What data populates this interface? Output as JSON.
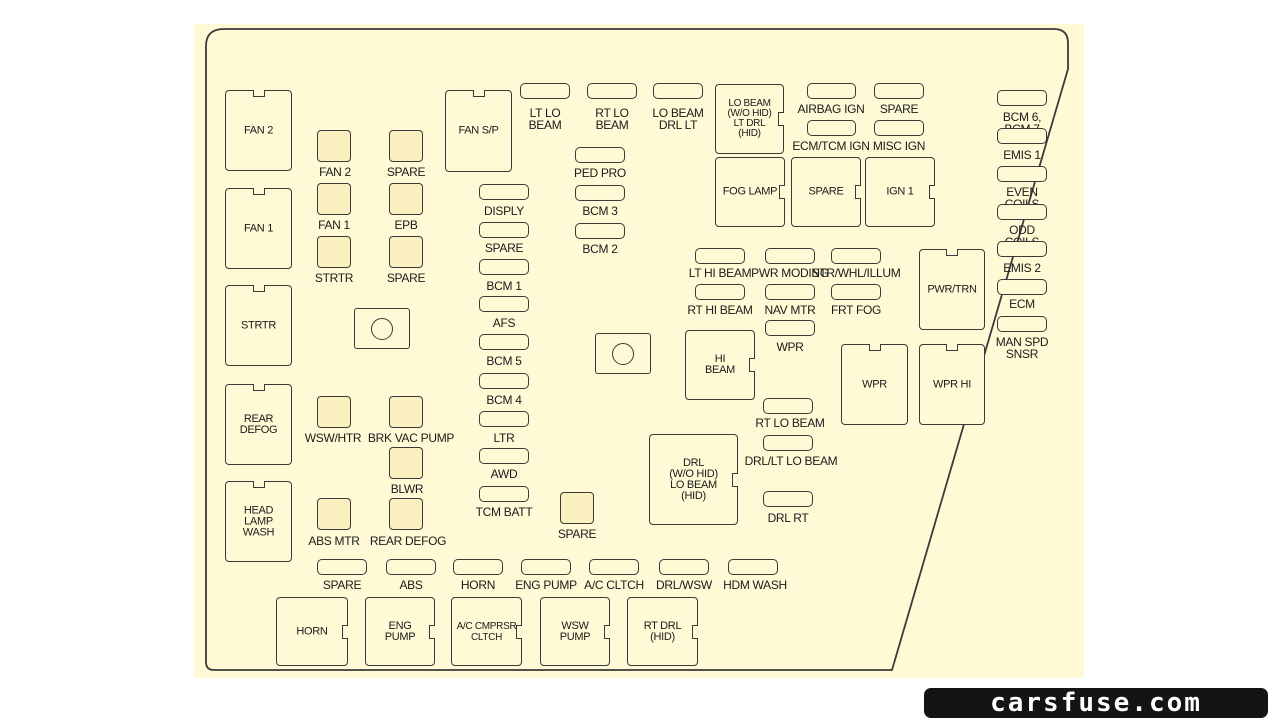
{
  "relays": [
    {
      "id": "fan2",
      "label": "FAN 2"
    },
    {
      "id": "fan1",
      "label": "FAN 1"
    },
    {
      "id": "strtr",
      "label": "STRTR"
    },
    {
      "id": "rear-defog",
      "label": "REAR\nDEFOG"
    },
    {
      "id": "head-lamp-wash",
      "label": "HEAD\nLAMP\nWASH"
    },
    {
      "id": "fan-sp",
      "label": "FAN S/P"
    },
    {
      "id": "lo-beam-hid",
      "label": "LO BEAM\n(W/O HID)\nLT DRL\n(HID)"
    },
    {
      "id": "fog-lamp",
      "label": "FOG LAMP"
    },
    {
      "id": "spare-relay",
      "label": "SPARE"
    },
    {
      "id": "ign1",
      "label": "IGN 1"
    },
    {
      "id": "pwr-trn",
      "label": "PWR/TRN"
    },
    {
      "id": "wpr",
      "label": "WPR"
    },
    {
      "id": "wpr-hi",
      "label": "WPR HI"
    },
    {
      "id": "hi-beam",
      "label": "HI\nBEAM"
    },
    {
      "id": "drl-lo-beam",
      "label": "DRL\n(W/O HID)\nLO BEAM\n(HID)"
    },
    {
      "id": "horn-relay",
      "label": "HORN"
    },
    {
      "id": "eng-pump-relay",
      "label": "ENG\nPUMP"
    },
    {
      "id": "ac-cmprsr",
      "label": "A/C CMPRSR\nCLTCH"
    },
    {
      "id": "wsw-pump",
      "label": "WSW\nPUMP"
    },
    {
      "id": "rt-drl-hid",
      "label": "RT DRL\n(HID)"
    }
  ],
  "fuses": [
    "LT LO\nBEAM",
    "RT LO\nBEAM",
    "LO BEAM\nDRL LT",
    "AIRBAG IGN",
    "SPARE",
    "ECM/TCM IGN",
    "MISC IGN",
    "BCM 6, BCM 7",
    "EMIS 1",
    "EVEN COILS",
    "ODD COILS",
    "EMIS 2",
    "ECM",
    "MAN SPD\nSNSR",
    "PED PRO",
    "BCM 3",
    "BCM 2",
    "DISPLY",
    "SPARE",
    "BCM 1",
    "AFS",
    "BCM 5",
    "BCM 4",
    "LTR",
    "AWD",
    "TCM BATT",
    "LT HI BEAM",
    "PWR MODING",
    "STR/WHL/ILLUM",
    "RT HI BEAM",
    "NAV MTR",
    "FRT FOG",
    "WPR",
    "RT LO BEAM",
    "DRL/LT LO BEAM",
    "DRL RT",
    "SPARE",
    "ABS",
    "HORN",
    "ENG PUMP",
    "A/C CLTCH",
    "DRL/WSW",
    "HDM WASH"
  ],
  "small_fuses": [
    "FAN 2",
    "SPARE",
    "FAN 1",
    "EPB",
    "STRTR",
    "SPARE",
    "WSW/HTR",
    "BRK VAC PUMP",
    "BLWR",
    "ABS MTR",
    "REAR DEFOG",
    "SPARE"
  ],
  "watermark": "carsfuse.com",
  "colors": {
    "panel_fill": "#fffad5",
    "outline": "#3a3a3a",
    "watermark_bg": "#141414"
  }
}
